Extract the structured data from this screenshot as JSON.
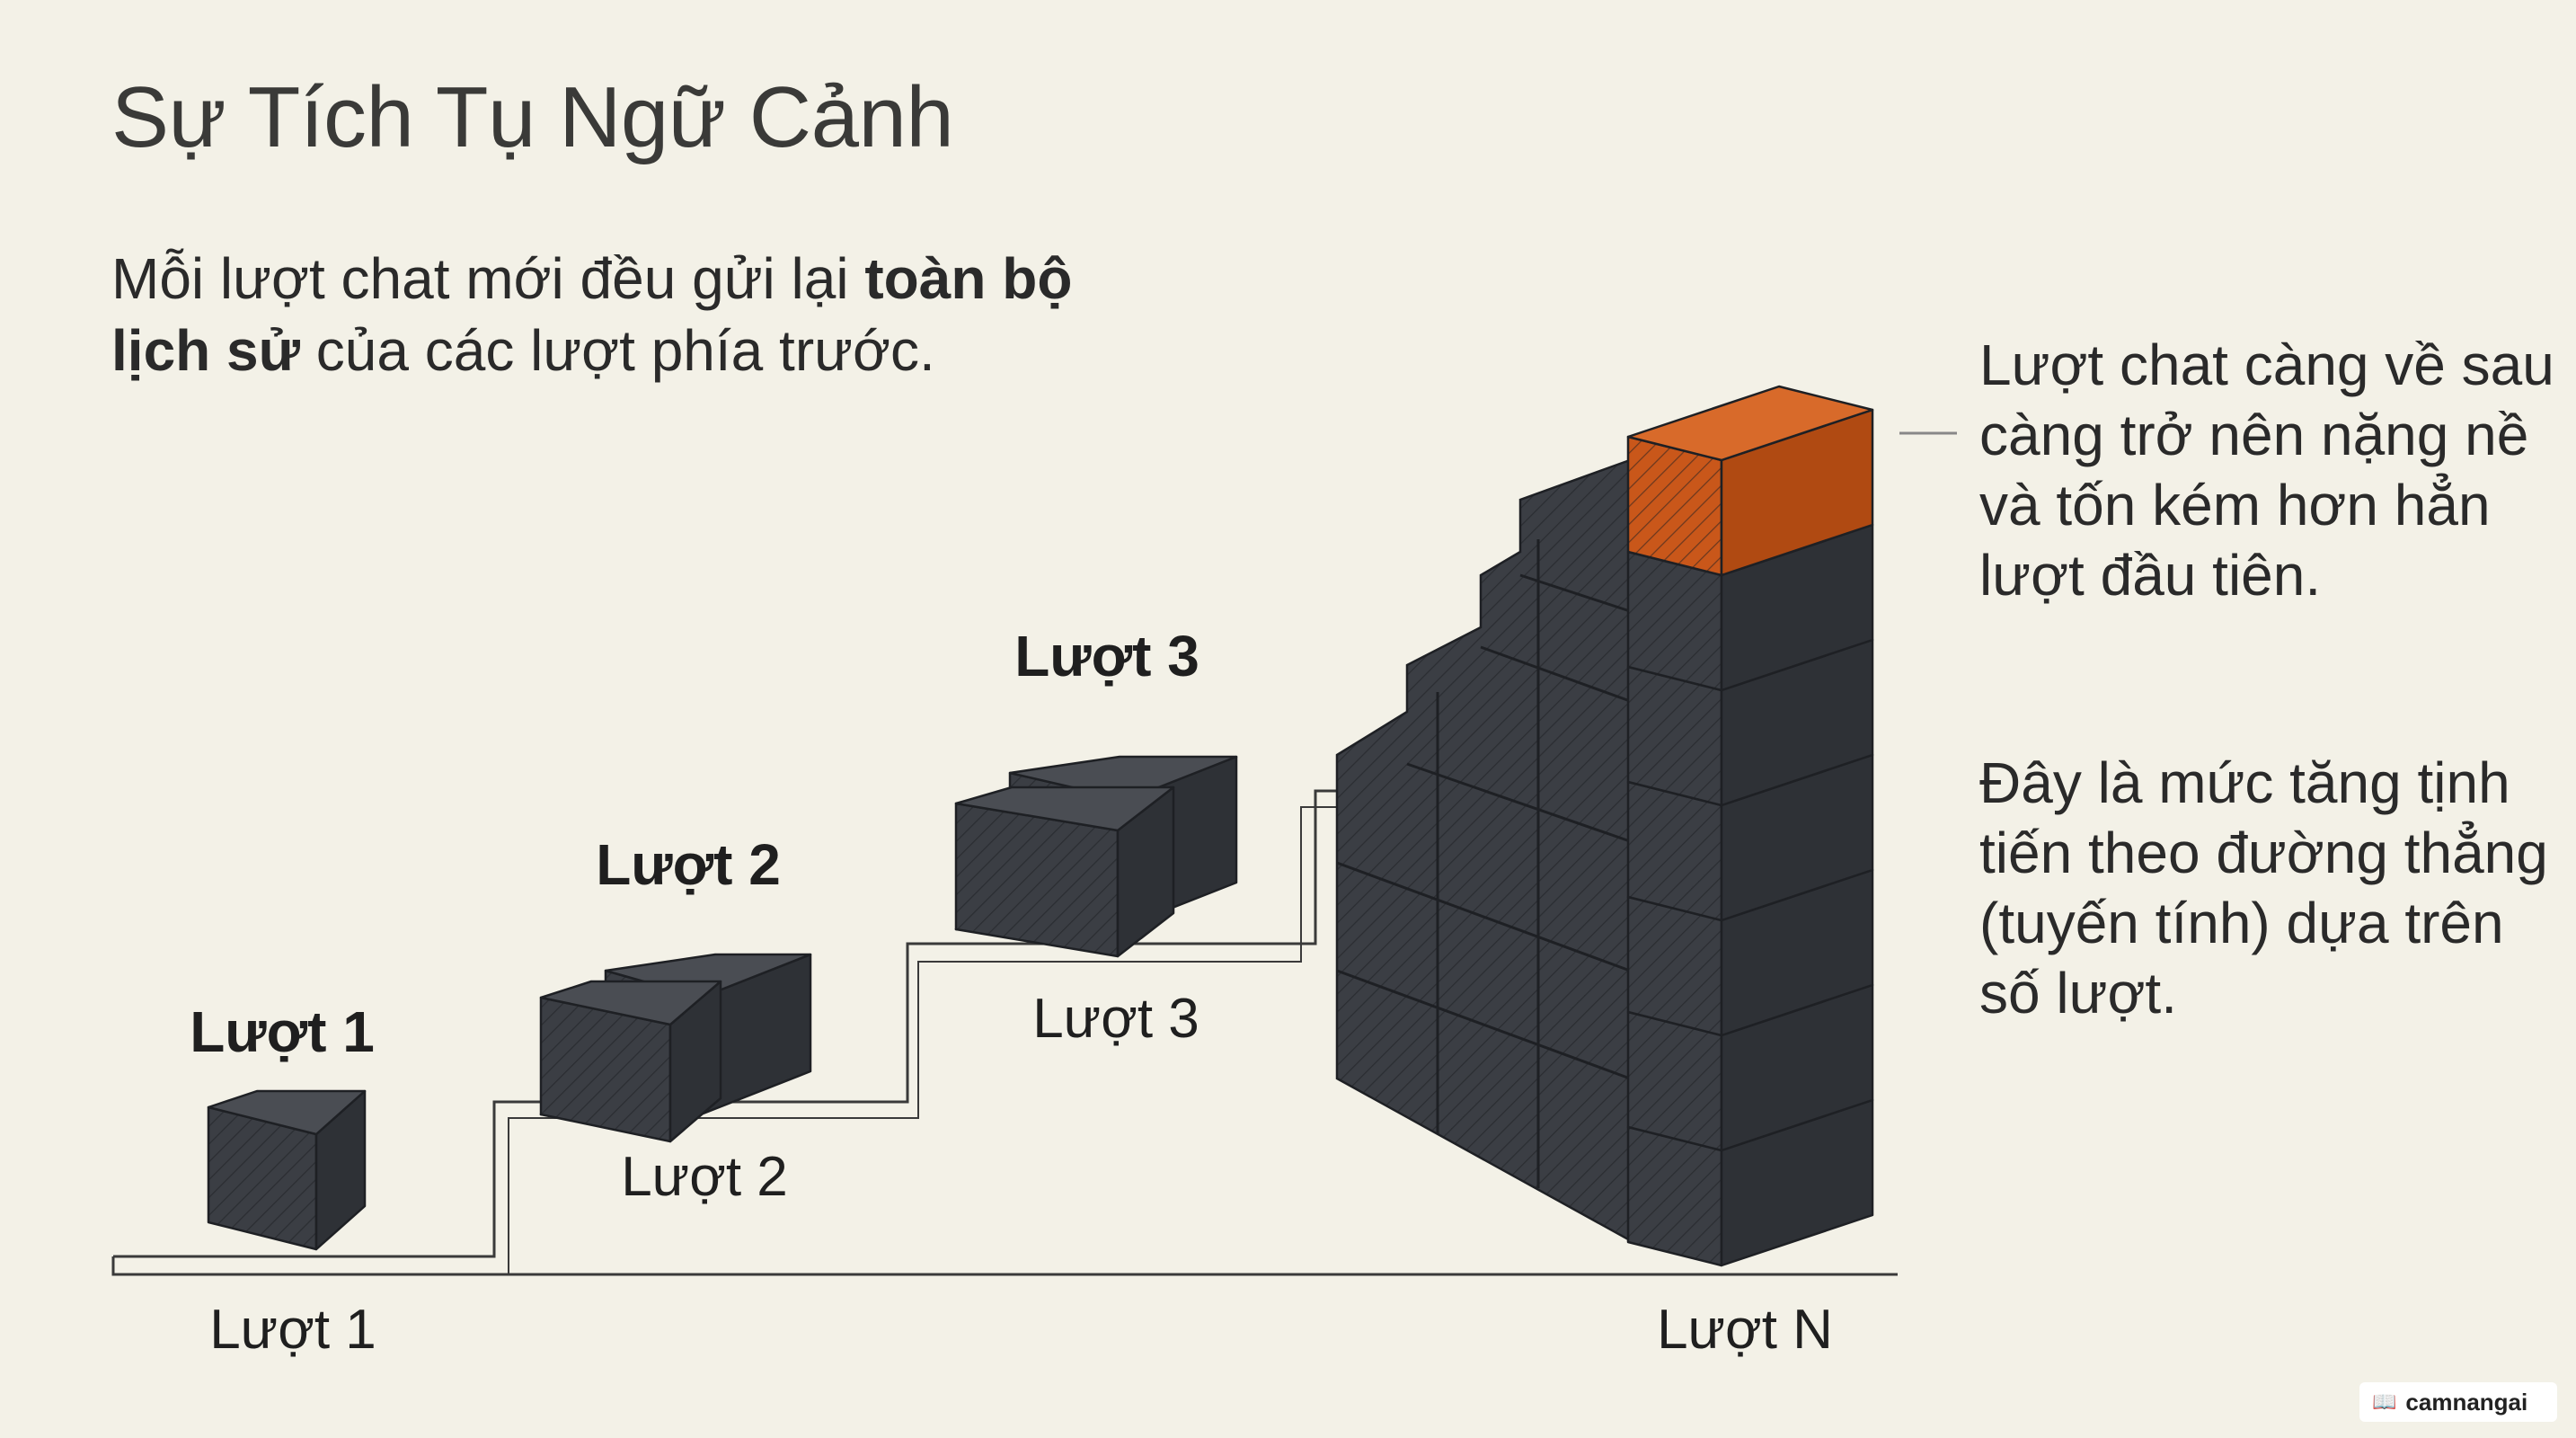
{
  "title": "Sự Tích Tụ Ngữ Cảnh",
  "intro": {
    "part1": "Mỗi lượt chat mới đều gửi lại ",
    "bold": "toàn bộ lịch sử",
    "part2": " của các lượt phía trước."
  },
  "diagram": {
    "top_labels": [
      "Lượt 1",
      "Lượt 2",
      "Lượt 3"
    ],
    "step_labels": [
      "Lượt 1",
      "Lượt 2",
      "Lượt 3",
      "Lượt N"
    ],
    "colors": {
      "cube_top": "#4a4d53",
      "cube_left": "#3b3e44",
      "cube_right": "#2e3136",
      "highlight_top": "#d86a2a",
      "highlight_front": "#c9571a",
      "highlight_side": "#b04a12",
      "line": "#3a3a3a",
      "background": "#f3f1e7"
    }
  },
  "notes": [
    "Lượt chat càng về sau càng trở nên nặng nề và tốn kém hơn hẳn lượt đầu tiên.",
    "Đây là mức tăng tịnh tiến theo đường thẳng (tuyến tính) dựa trên số lượt."
  ],
  "brand": {
    "icon": "book-icon",
    "label": "camnangai"
  }
}
